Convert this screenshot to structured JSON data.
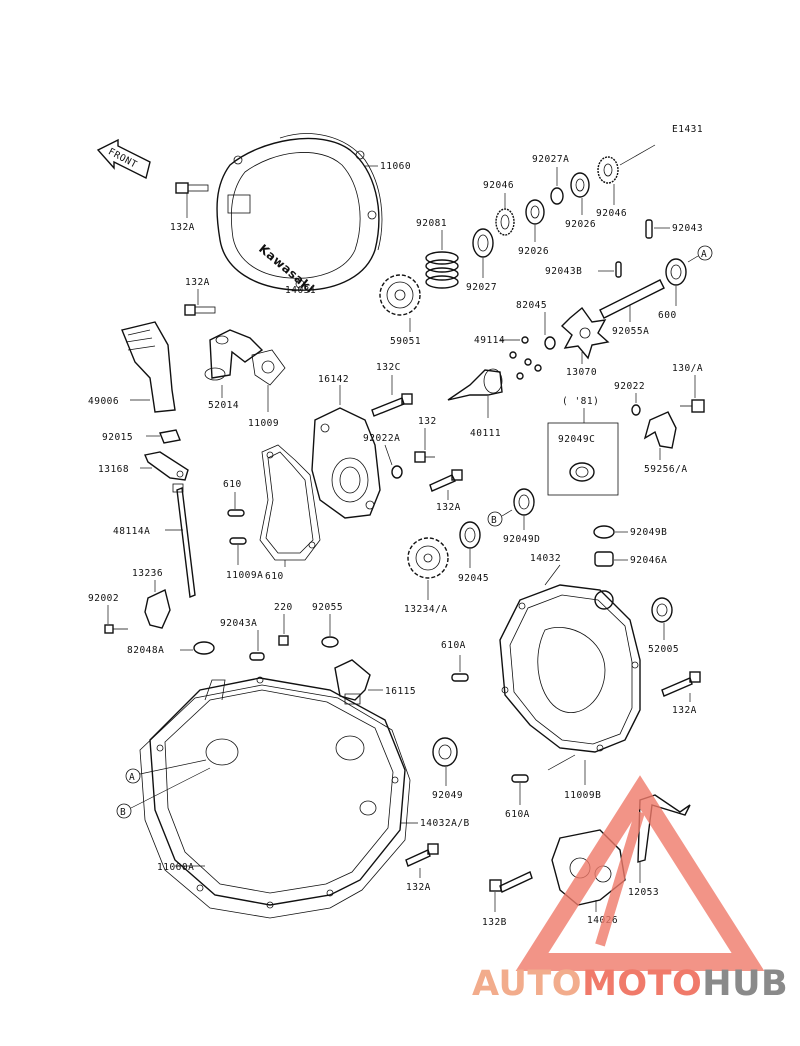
{
  "figure_code": "E1431",
  "direction_label": "FRONT",
  "cover_logo_text": "Kawasaki",
  "callouts": {
    "A": "A",
    "B": "B"
  },
  "bracket_note": "( '81)",
  "parts": [
    {
      "id": "p11060",
      "text": "11060"
    },
    {
      "id": "p132a_top",
      "text": "132A"
    },
    {
      "id": "p14031",
      "text": "14031"
    },
    {
      "id": "p132a_mid",
      "text": "132A"
    },
    {
      "id": "p52014",
      "text": "52014"
    },
    {
      "id": "p11009",
      "text": "11009"
    },
    {
      "id": "p49006",
      "text": "49006"
    },
    {
      "id": "p92015",
      "text": "92015"
    },
    {
      "id": "p13168",
      "text": "13168"
    },
    {
      "id": "p48114a",
      "text": "48114A"
    },
    {
      "id": "p13236",
      "text": "13236"
    },
    {
      "id": "p92002",
      "text": "92002"
    },
    {
      "id": "p610_a",
      "text": "610"
    },
    {
      "id": "p610_b",
      "text": "610"
    },
    {
      "id": "p11009a",
      "text": "11009A"
    },
    {
      "id": "p16142",
      "text": "16142"
    },
    {
      "id": "p132c",
      "text": "132C"
    },
    {
      "id": "p92022a",
      "text": "92022A"
    },
    {
      "id": "p132",
      "text": "132"
    },
    {
      "id": "p132a_right",
      "text": "132A"
    },
    {
      "id": "p92081",
      "text": "92081"
    },
    {
      "id": "p59051",
      "text": "59051"
    },
    {
      "id": "p92046_top",
      "text": "92046"
    },
    {
      "id": "p92027a",
      "text": "92027A"
    },
    {
      "id": "p92046_r",
      "text": "92046"
    },
    {
      "id": "p92026_a",
      "text": "92026"
    },
    {
      "id": "p92026_b",
      "text": "92026"
    },
    {
      "id": "p92027",
      "text": "92027"
    },
    {
      "id": "p92043",
      "text": "92043"
    },
    {
      "id": "p92043b",
      "text": "92043B"
    },
    {
      "id": "p92055a",
      "text": "92055A"
    },
    {
      "id": "p600",
      "text": "600"
    },
    {
      "id": "p82045",
      "text": "82045"
    },
    {
      "id": "p49114",
      "text": "49114"
    },
    {
      "id": "p13070",
      "text": "13070"
    },
    {
      "id": "p40111",
      "text": "40111"
    },
    {
      "id": "p92022",
      "text": "92022"
    },
    {
      "id": "p130a",
      "text": "130/A"
    },
    {
      "id": "p92049c",
      "text": "92049C"
    },
    {
      "id": "p59256a",
      "text": "59256/A"
    },
    {
      "id": "p92049d",
      "text": "92049D"
    },
    {
      "id": "p92045",
      "text": "92045"
    },
    {
      "id": "p13234a",
      "text": "13234/A"
    },
    {
      "id": "p14032",
      "text": "14032"
    },
    {
      "id": "p92049b",
      "text": "92049B"
    },
    {
      "id": "p92046a",
      "text": "92046A"
    },
    {
      "id": "p52005",
      "text": "52005"
    },
    {
      "id": "p132a_rr",
      "text": "132A"
    },
    {
      "id": "p610a_top",
      "text": "610A"
    },
    {
      "id": "p610a_bot",
      "text": "610A"
    },
    {
      "id": "p11009b",
      "text": "11009B"
    },
    {
      "id": "p220",
      "text": "220"
    },
    {
      "id": "p92055",
      "text": "92055"
    },
    {
      "id": "p92043a",
      "text": "92043A"
    },
    {
      "id": "p82048a",
      "text": "82048A"
    },
    {
      "id": "p16115",
      "text": "16115"
    },
    {
      "id": "p92049",
      "text": "92049"
    },
    {
      "id": "p14032ab",
      "text": "14032A/B"
    },
    {
      "id": "p11060a",
      "text": "11060A"
    },
    {
      "id": "p132a_bot",
      "text": "132A"
    },
    {
      "id": "p132b",
      "text": "132B"
    },
    {
      "id": "p14026",
      "text": "14026"
    },
    {
      "id": "p12053",
      "text": "12053"
    }
  ],
  "watermark": {
    "part1": "AUTO",
    "part2": "MOTO",
    "part3": "HUB",
    "colors": {
      "part1": "#f2ac8c",
      "part2": "#f07a6a",
      "part3": "#8a8a8a",
      "triangle": "#f07a6a"
    }
  }
}
